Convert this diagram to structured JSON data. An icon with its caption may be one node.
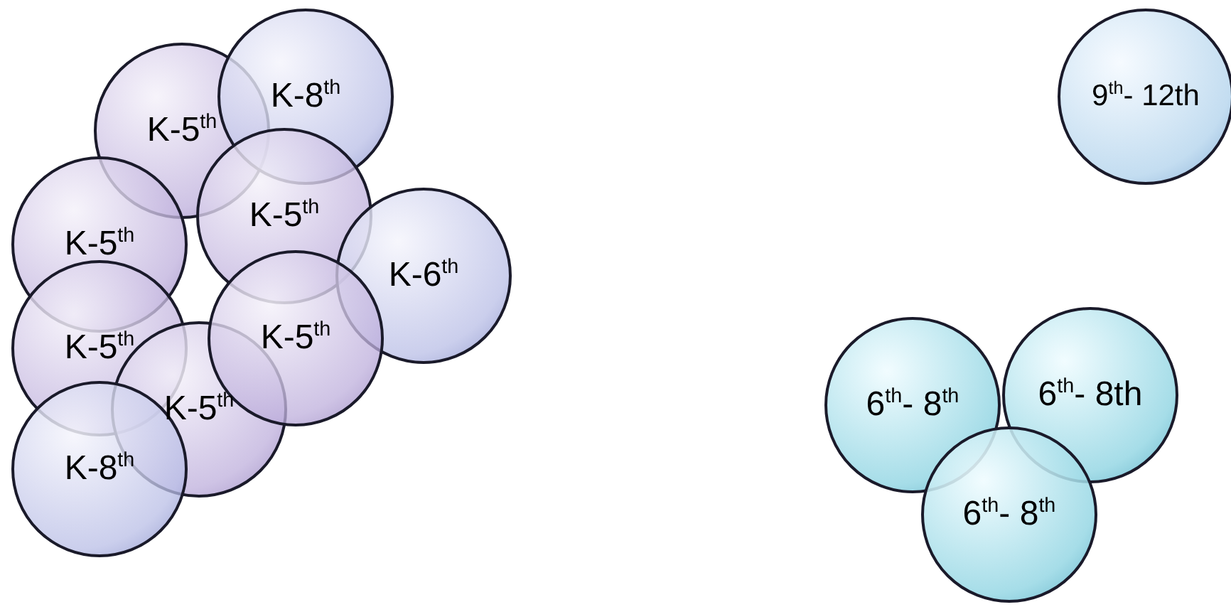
{
  "diagram": {
    "nodes": [
      {
        "text": [
          "K-5$^{th}$"
        ]
      },
      {
        "text": [
          "K-8$^{th}$"
        ]
      },
      {
        "text": [
          "K-5$^{th}$"
        ]
      },
      {
        "text": [
          "K-5$^{th}$"
        ]
      },
      {
        "text": [
          "K-6$^{th}$"
        ]
      },
      {
        "text": [
          "K-5$^{th}$"
        ]
      },
      {
        "text": [
          "K-5$^{th}$"
        ]
      },
      {
        "text": [
          "K-5$^{th}$"
        ]
      },
      {
        "text": [
          "K-8$^{th}$"
        ]
      },
      {
        "text": [
          "9$^{th}$- 12th"
        ]
      },
      {
        "text": [
          "6$^{th}$- 8$^{th}$"
        ]
      },
      {
        "text": [
          "6$^{th}$- 8th"
        ]
      },
      {
        "text": [
          "6$^{th}$- 8$^{th}$"
        ]
      }
    ]
  }
}
